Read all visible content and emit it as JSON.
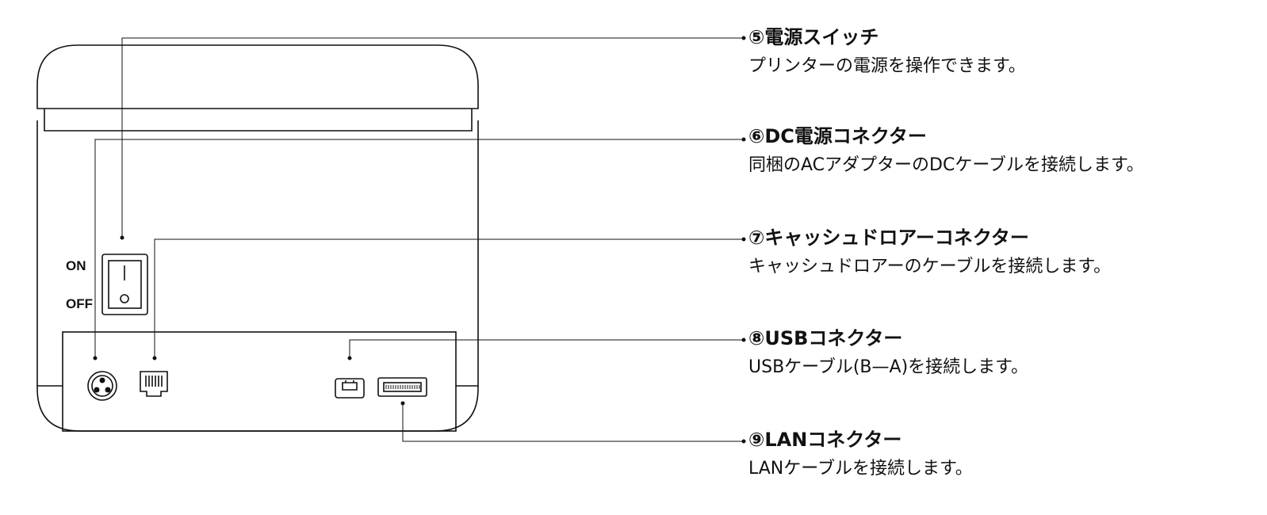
{
  "callouts": [
    {
      "number": "⑤",
      "title": "電源スイッチ",
      "description": "プリンターの電源を操作できます。"
    },
    {
      "number": "⑥",
      "title": "DC電源コネクター",
      "description": "同梱のACアダプターのDCケーブルを接続します。"
    },
    {
      "number": "⑦",
      "title": "キャッシュドロアーコネクター",
      "description": "キャッシュドロアーのケーブルを接続します。"
    },
    {
      "number": "⑧",
      "title": "USBコネクター",
      "description": "USBケーブル(B—A)を接続します。"
    },
    {
      "number": "⑨",
      "title": "LANコネクター",
      "description": "LANケーブルを接続します。"
    }
  ],
  "switch": {
    "on_label": "ON",
    "off_label": "OFF"
  },
  "colors": {
    "line": "#111111",
    "background": "#ffffff"
  }
}
